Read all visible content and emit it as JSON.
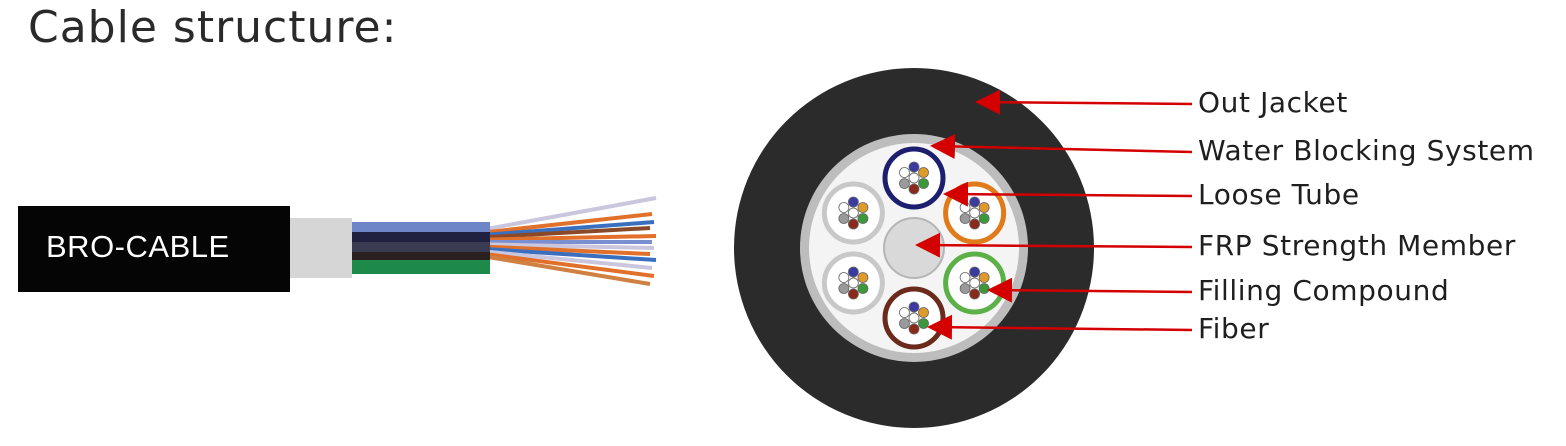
{
  "title": "Cable structure:",
  "side_view": {
    "brand_label": "BRO-CABLE"
  },
  "cross_section": {
    "labels": {
      "out_jacket": "Out Jacket",
      "water_blocking": "Water Blocking System",
      "loose_tube": "Loose Tube",
      "frp": "FRP Strength Member",
      "filling": "Filling Compound",
      "fiber": "Fiber"
    },
    "colors": {
      "jacket": "#2b2b2b",
      "water_blocking": "#bdbdbd",
      "filling": "#f4f4f4",
      "frp": "#d9d9d9",
      "callout_arrow": "#d40000"
    },
    "tube_colors": [
      "#1e1e6e",
      "#e07a1a",
      "#5bb048",
      "#6a2a1c",
      "#c8c8c8",
      "#c8c8c8"
    ],
    "fiber_colors": [
      "#3a3aa0",
      "#e09a2a",
      "#3a9a3a",
      "#8a2a1a",
      "#9a9a9a",
      "#ffffff"
    ]
  }
}
